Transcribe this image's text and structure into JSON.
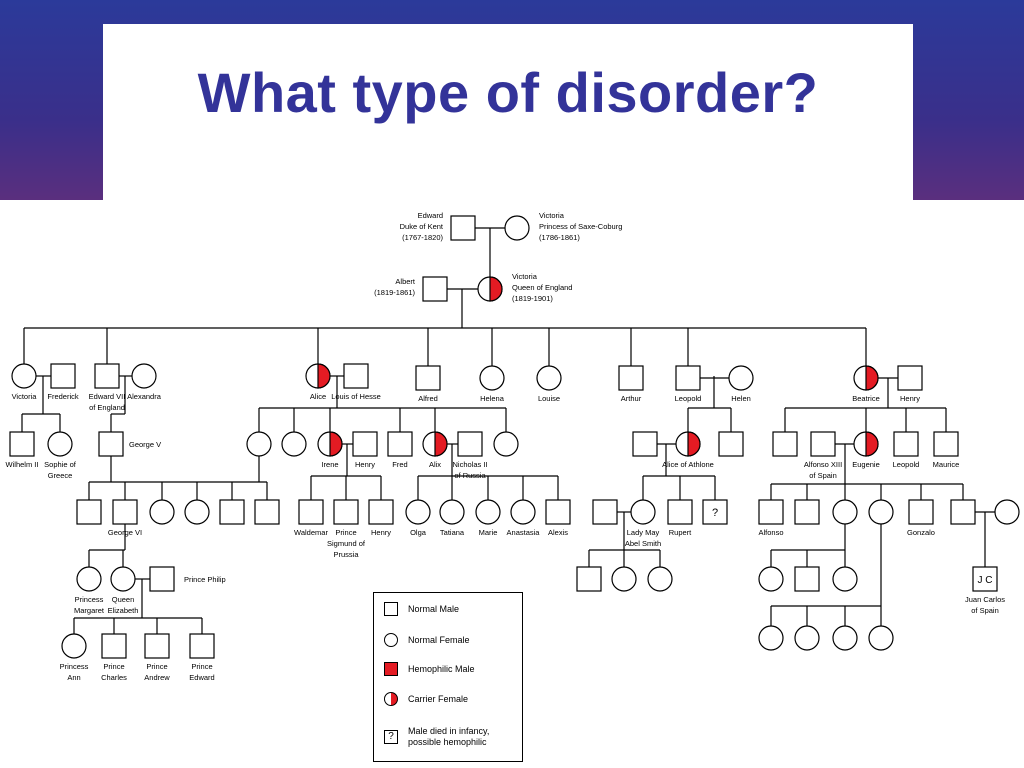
{
  "slide": {
    "title": "What type of disorder?"
  },
  "legend": {
    "normal_male": "Normal Male",
    "normal_female": "Normal Female",
    "hemophilic_male": "Hemophilic Male",
    "carrier_female": "Carrier Female",
    "died_infancy_line1": "Male died in infancy,",
    "died_infancy_line2": "possible hemophilic"
  },
  "colors": {
    "affected": "#e41b23",
    "title": "#333399"
  },
  "people": [
    {
      "id": "edward",
      "sex": "M",
      "status": "normal",
      "label": [
        "Edward",
        "Duke of Kent",
        "(1767-1820)"
      ]
    },
    {
      "id": "victoria-saxe",
      "sex": "F",
      "status": "normal",
      "label": [
        "Victoria",
        "Princess of Saxe-Coburg",
        "(1786-1861)"
      ]
    },
    {
      "id": "albert",
      "sex": "M",
      "status": "normal",
      "label": [
        "Albert",
        "(1819-1861)"
      ]
    },
    {
      "id": "queen-victoria",
      "sex": "F",
      "status": "carrier",
      "label": [
        "Victoria",
        "Queen of England",
        "(1819-1901)"
      ]
    },
    {
      "id": "victoria-c",
      "sex": "F",
      "status": "normal",
      "label": [
        "Victoria"
      ]
    },
    {
      "id": "frederick",
      "sex": "M",
      "status": "normal",
      "label": [
        "Frederick"
      ]
    },
    {
      "id": "edward-vii",
      "sex": "M",
      "status": "normal",
      "label": [
        "Edward VII",
        "of England"
      ]
    },
    {
      "id": "alexandra",
      "sex": "F",
      "status": "normal",
      "label": [
        "Alexandra"
      ]
    },
    {
      "id": "alice",
      "sex": "F",
      "status": "carrier",
      "label": [
        "Alice"
      ]
    },
    {
      "id": "louis-hesse",
      "sex": "M",
      "status": "normal",
      "label": [
        "Louis of Hesse"
      ]
    },
    {
      "id": "alfred",
      "sex": "M",
      "status": "normal",
      "label": [
        "Alfred"
      ]
    },
    {
      "id": "helena",
      "sex": "F",
      "status": "normal",
      "label": [
        "Helena"
      ]
    },
    {
      "id": "louise",
      "sex": "F",
      "status": "normal",
      "label": [
        "Louise"
      ]
    },
    {
      "id": "arthur",
      "sex": "M",
      "status": "normal",
      "label": [
        "Arthur"
      ]
    },
    {
      "id": "leopold",
      "sex": "M",
      "status": "affected",
      "label": [
        "Leopold"
      ]
    },
    {
      "id": "helen",
      "sex": "F",
      "status": "normal",
      "label": [
        "Helen"
      ]
    },
    {
      "id": "beatrice",
      "sex": "F",
      "status": "carrier",
      "label": [
        "Beatrice"
      ]
    },
    {
      "id": "henry-b",
      "sex": "M",
      "status": "normal",
      "label": [
        "Henry"
      ]
    },
    {
      "id": "wilhelm",
      "sex": "M",
      "status": "normal",
      "label": [
        "Wilhelm II"
      ]
    },
    {
      "id": "sophie",
      "sex": "F",
      "status": "normal",
      "label": [
        "Sophie of",
        "Greece"
      ]
    },
    {
      "id": "george-v",
      "sex": "M",
      "status": "normal",
      "label": [
        "George V"
      ]
    },
    {
      "id": "alice-f1",
      "sex": "F",
      "status": "normal",
      "label": []
    },
    {
      "id": "alice-f2",
      "sex": "F",
      "status": "normal",
      "label": []
    },
    {
      "id": "irene",
      "sex": "F",
      "status": "carrier",
      "label": [
        "Irene"
      ]
    },
    {
      "id": "henry-i",
      "sex": "M",
      "status": "normal",
      "label": [
        "Henry"
      ]
    },
    {
      "id": "fred",
      "sex": "M",
      "status": "affected",
      "label": [
        "Fred"
      ]
    },
    {
      "id": "alix",
      "sex": "F",
      "status": "carrier",
      "label": [
        "Alix"
      ]
    },
    {
      "id": "nicholas",
      "sex": "M",
      "status": "normal",
      "label": [
        "Nicholas II",
        "of Russia"
      ]
    },
    {
      "id": "alice-f3",
      "sex": "F",
      "status": "normal",
      "label": []
    },
    {
      "id": "leo-spouse",
      "sex": "M",
      "status": "normal",
      "label": []
    },
    {
      "id": "alice-athlone",
      "sex": "F",
      "status": "carrier",
      "label": [
        "Alice of Athlone"
      ]
    },
    {
      "id": "leo-son",
      "sex": "M",
      "status": "normal",
      "label": []
    },
    {
      "id": "bea-son1",
      "sex": "M",
      "status": "normal",
      "label": []
    },
    {
      "id": "alfonso-xiii",
      "sex": "M",
      "status": "normal",
      "label": [
        "Alfonso XIII",
        "of Spain"
      ]
    },
    {
      "id": "eugenie",
      "sex": "F",
      "status": "carrier",
      "label": [
        "Eugenie"
      ]
    },
    {
      "id": "leopold-b",
      "sex": "M",
      "status": "affected",
      "label": [
        "Leopold"
      ]
    },
    {
      "id": "maurice",
      "sex": "M",
      "status": "affected",
      "label": [
        "Maurice"
      ]
    },
    {
      "id": "gv-c1",
      "sex": "M",
      "status": "normal",
      "label": []
    },
    {
      "id": "george-vi",
      "sex": "M",
      "status": "normal",
      "label": [
        "George VI"
      ]
    },
    {
      "id": "gv-c3",
      "sex": "F",
      "status": "normal",
      "label": []
    },
    {
      "id": "gv-c4",
      "sex": "F",
      "status": "normal",
      "label": []
    },
    {
      "id": "gv-c5",
      "sex": "M",
      "status": "normal",
      "label": []
    },
    {
      "id": "gv-c6",
      "sex": "M",
      "status": "normal",
      "label": []
    },
    {
      "id": "waldemar",
      "sex": "M",
      "status": "affected",
      "label": [
        "Waldemar"
      ]
    },
    {
      "id": "prince-sigmund",
      "sex": "M",
      "status": "normal",
      "label": [
        "Prince",
        "Sigmund of",
        "Prussia"
      ]
    },
    {
      "id": "henry-ir",
      "sex": "M",
      "status": "affected",
      "label": [
        "Henry"
      ]
    },
    {
      "id": "olga",
      "sex": "F",
      "status": "normal",
      "label": [
        "Olga"
      ]
    },
    {
      "id": "tatiana",
      "sex": "F",
      "status": "normal",
      "label": [
        "Tatiana"
      ]
    },
    {
      "id": "marie",
      "sex": "F",
      "status": "normal",
      "label": [
        "Marie"
      ]
    },
    {
      "id": "anastasia",
      "sex": "F",
      "status": "normal",
      "label": [
        "Anastasia"
      ]
    },
    {
      "id": "alexis",
      "sex": "M",
      "status": "affected",
      "label": [
        "Alexis"
      ]
    },
    {
      "id": "aa-spouse",
      "sex": "M",
      "status": "normal",
      "label": []
    },
    {
      "id": "lady-may",
      "sex": "F",
      "status": "normal",
      "label": [
        "Lady May",
        "Abel Smith"
      ]
    },
    {
      "id": "rupert",
      "sex": "M",
      "status": "affected",
      "label": [
        "Rupert"
      ]
    },
    {
      "id": "unknown",
      "sex": "M",
      "status": "unknown",
      "label": []
    },
    {
      "id": "alfonso",
      "sex": "M",
      "status": "affected",
      "label": [
        "Alfonso"
      ]
    },
    {
      "id": "eu-c2",
      "sex": "M",
      "status": "normal",
      "label": []
    },
    {
      "id": "eu-c3",
      "sex": "F",
      "status": "normal",
      "label": []
    },
    {
      "id": "eu-c4",
      "sex": "F",
      "status": "normal",
      "label": []
    },
    {
      "id": "gonzalo",
      "sex": "M",
      "status": "affected",
      "label": [
        "Gonzalo"
      ]
    },
    {
      "id": "eu-c6",
      "sex": "M",
      "status": "normal",
      "label": []
    },
    {
      "id": "eu-c6-spouse",
      "sex": "F",
      "status": "normal",
      "label": []
    },
    {
      "id": "margaret",
      "sex": "F",
      "status": "normal",
      "label": [
        "Princess",
        "Margaret"
      ]
    },
    {
      "id": "elizabeth",
      "sex": "F",
      "status": "normal",
      "label": [
        "Queen",
        "Elizabeth"
      ]
    },
    {
      "id": "philip",
      "sex": "M",
      "status": "normal",
      "label": [
        "Prince Philip"
      ]
    },
    {
      "id": "lm-c1",
      "sex": "M",
      "status": "normal",
      "label": []
    },
    {
      "id": "lm-c2",
      "sex": "F",
      "status": "normal",
      "label": []
    },
    {
      "id": "lm-c3",
      "sex": "F",
      "status": "normal",
      "label": []
    },
    {
      "id": "eu3-c1",
      "sex": "F",
      "status": "normal",
      "label": []
    },
    {
      "id": "eu3-c2",
      "sex": "M",
      "status": "normal",
      "label": []
    },
    {
      "id": "eu3-c3",
      "sex": "F",
      "status": "normal",
      "label": []
    },
    {
      "id": "juan-carlos",
      "sex": "M",
      "status": "normal",
      "initials": "J C",
      "label": [
        "Juan Carlos",
        "of Spain"
      ]
    },
    {
      "id": "anne",
      "sex": "F",
      "status": "normal",
      "label": [
        "Princess",
        "Ann"
      ]
    },
    {
      "id": "charles",
      "sex": "M",
      "status": "normal",
      "label": [
        "Prince",
        "Charles"
      ]
    },
    {
      "id": "andrew",
      "sex": "M",
      "status": "normal",
      "label": [
        "Prince",
        "Andrew"
      ]
    },
    {
      "id": "edward-p",
      "sex": "M",
      "status": "normal",
      "label": [
        "Prince",
        "Edward"
      ]
    },
    {
      "id": "eu4-c1",
      "sex": "F",
      "status": "normal",
      "label": []
    },
    {
      "id": "eu4-c2",
      "sex": "F",
      "status": "normal",
      "label": []
    },
    {
      "id": "eu4-c3",
      "sex": "F",
      "status": "normal",
      "label": []
    },
    {
      "id": "eu4-c4",
      "sex": "F",
      "status": "normal",
      "label": []
    }
  ]
}
